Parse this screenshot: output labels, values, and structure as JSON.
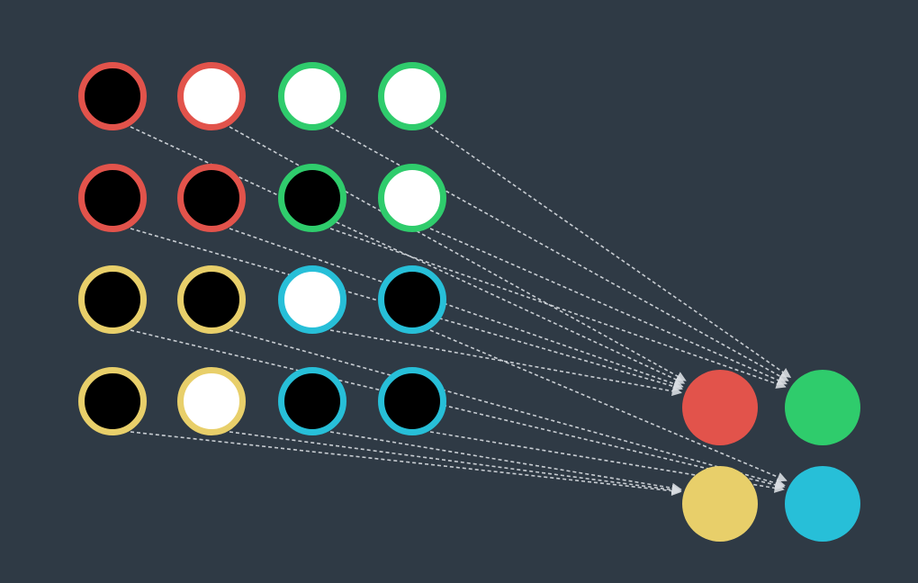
{
  "colors": {
    "background": "#2f3a45",
    "red": "#e2534b",
    "green": "#2fcc6c",
    "yellow": "#e8cf6a",
    "blue": "#27bfd8",
    "white": "#ffffff",
    "black": "#000000",
    "connector": "#d9dde2"
  },
  "grid": [
    [
      {
        "ring": "red",
        "fill": "black",
        "target": "red"
      },
      {
        "ring": "red",
        "fill": "white",
        "target": "red"
      },
      {
        "ring": "green",
        "fill": "white",
        "target": "green"
      },
      {
        "ring": "green",
        "fill": "white",
        "target": "green"
      }
    ],
    [
      {
        "ring": "red",
        "fill": "black",
        "target": "red"
      },
      {
        "ring": "red",
        "fill": "black",
        "target": "red"
      },
      {
        "ring": "green",
        "fill": "black",
        "target": "green"
      },
      {
        "ring": "green",
        "fill": "white",
        "target": "green"
      }
    ],
    [
      {
        "ring": "yellow",
        "fill": "black",
        "target": "blue"
      },
      {
        "ring": "yellow",
        "fill": "black",
        "target": "blue"
      },
      {
        "ring": "blue",
        "fill": "white",
        "target": "red"
      },
      {
        "ring": "blue",
        "fill": "black",
        "target": "blue"
      }
    ],
    [
      {
        "ring": "yellow",
        "fill": "black",
        "target": "yellow"
      },
      {
        "ring": "yellow",
        "fill": "white",
        "target": "yellow"
      },
      {
        "ring": "blue",
        "fill": "black",
        "target": "yellow"
      },
      {
        "ring": "blue",
        "fill": "black",
        "target": "blue"
      }
    ]
  ],
  "targets": [
    {
      "id": "red",
      "color": "red"
    },
    {
      "id": "green",
      "color": "green"
    },
    {
      "id": "yellow",
      "color": "yellow"
    },
    {
      "id": "blue",
      "color": "blue"
    }
  ]
}
